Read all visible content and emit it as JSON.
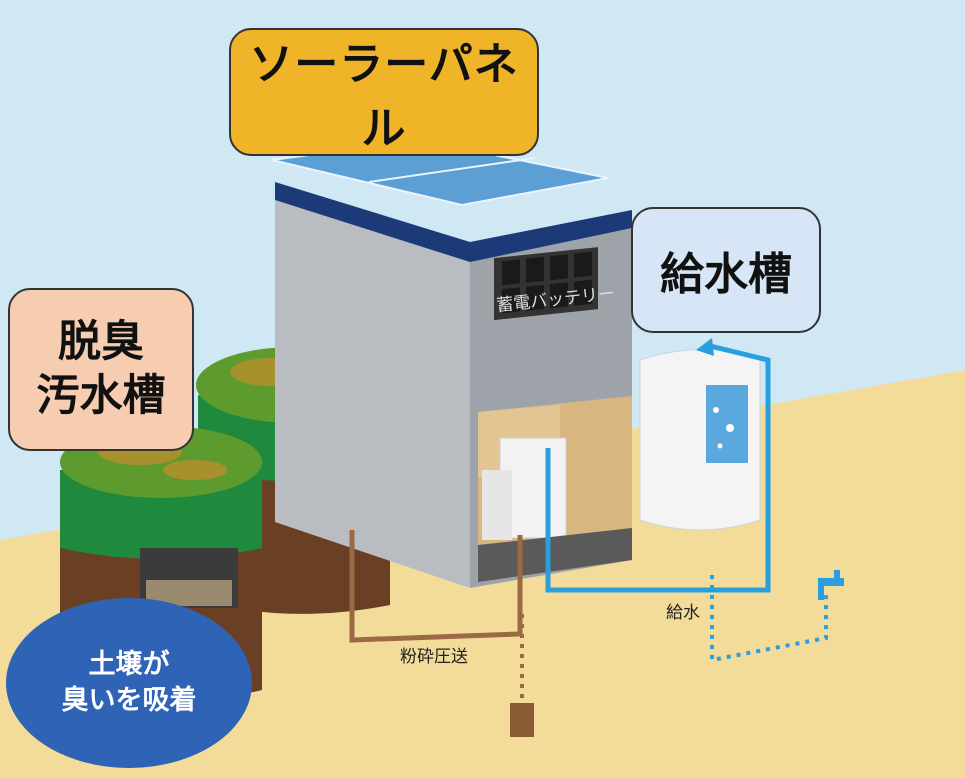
{
  "labels": {
    "solar_panel": "ソーラーパネル",
    "water_tank": "給水槽",
    "septic_line1": "脱臭",
    "septic_line2": "汚水槽",
    "soil_line1": "土壌が",
    "soil_line2": "臭いを吸着",
    "battery": "蓄電バッテリー",
    "crush_pump": "粉砕圧送",
    "water_supply": "給水"
  },
  "colors": {
    "sky": "#cfe8f4",
    "ground": "#f3dc9a",
    "solar_label": "#f0b429",
    "tank_label": "#d6e6f7",
    "septic_label": "#f6cdb0",
    "soil_label": "#2f63b5",
    "pipe_water": "#2a9fe0",
    "pipe_waste": "#9b6a44",
    "building": "#b9bdc2",
    "roof_edge": "#1d3a78",
    "grass_wall": "#1f8a3e",
    "soil": "#6a3f24"
  },
  "icons": [
    "faucet-icon"
  ]
}
